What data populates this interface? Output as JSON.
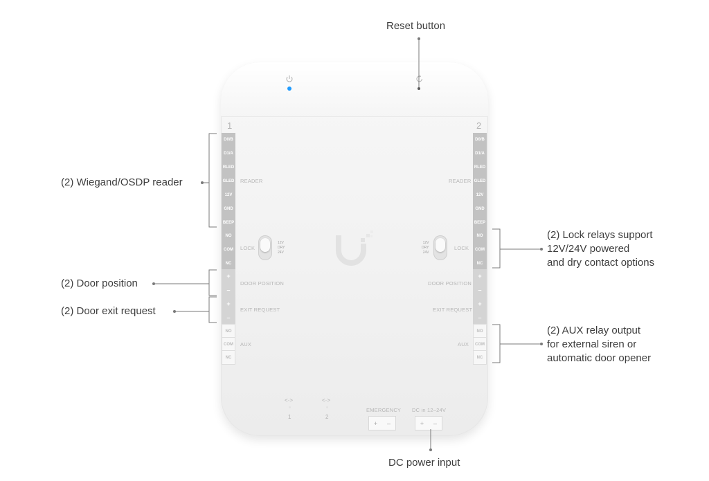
{
  "callouts": {
    "reset": "Reset button",
    "reader": "(2) Wiegand/OSDP reader",
    "lock": [
      "(2) Lock relays support",
      "12V/24V powered",
      "and dry contact options"
    ],
    "door_position": "(2) Door position",
    "exit_request": "(2) Door exit request",
    "aux": [
      "(2) AUX relay output",
      "for external siren or",
      "automatic door opener"
    ],
    "dc": "DC power input"
  },
  "device": {
    "channels": [
      "1",
      "2"
    ],
    "reader_pins": [
      "D0/B",
      "D1/A",
      "RLED",
      "GLED",
      "12V",
      "GND",
      "BEEP"
    ],
    "lock_pins": [
      "NO",
      "COM",
      "NC"
    ],
    "pm_pins": [
      "+",
      "–"
    ],
    "aux_pins": [
      "NO",
      "COM",
      "NC"
    ],
    "labels": {
      "reader": "READER",
      "lock": "LOCK",
      "door_position": "DOOR POSITION",
      "exit_request": "EXIT REQUEST",
      "aux": "AUX",
      "emergency": "EMERGENCY",
      "dc_in": "DC in 12–24V"
    },
    "voltage_options": [
      "12V",
      "DRY",
      "24V"
    ],
    "ports": [
      "1",
      "2"
    ],
    "port_icon": "<·>",
    "bottom_pins": [
      "+",
      "–"
    ],
    "icons": [
      "power-icon",
      "reset-icon",
      "ubiquiti-logo-icon",
      "port-arrows-icon"
    ],
    "colors": {
      "status_led": "#1e9bff",
      "body": "#f3f3f3",
      "terminal": "#c2c2c2"
    }
  }
}
